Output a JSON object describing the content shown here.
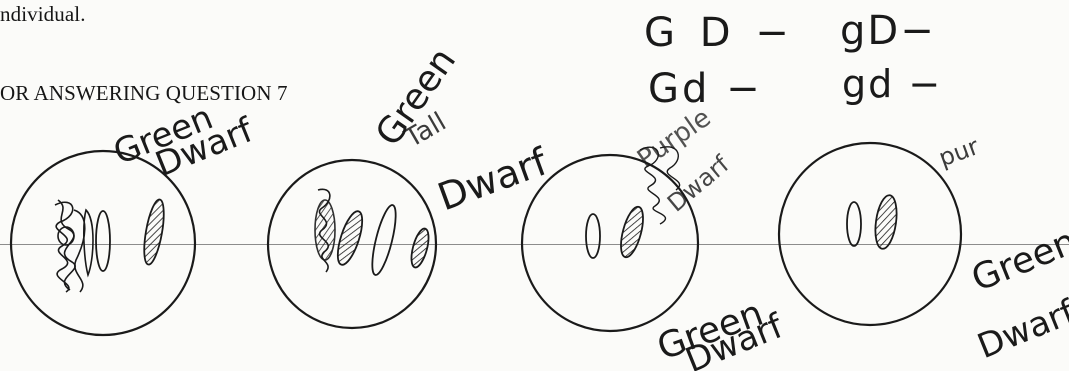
{
  "printed": {
    "line1": "ndividual.",
    "line2": "OR ANSWERING QUESTION 7"
  },
  "gamete_notes": {
    "gd_upper": "G D −",
    "gd_mixed": "Gd −",
    "gd_lower_D": "gD−",
    "gd_lower": "gd −"
  },
  "cell_labels": {
    "cell1_top": "Green",
    "cell1_bottom": "Dwarf",
    "cell2_top": "Green",
    "cell2_mid": "Tall",
    "cell2_bottom": "Dwarf",
    "cell3_scribble_top": "Purple",
    "cell3_scribble_bottom": "Dwarf",
    "cell3_label_top": "Green",
    "cell3_label_bottom": "Dwarf",
    "cell4_scribble": "pur",
    "cell4_label_top": "Green",
    "cell4_label_bottom": "Dwarf"
  },
  "colors": {
    "ink": "#1a1a1a",
    "paper": "#fbfbf9",
    "rule": "#8c8c8c"
  }
}
